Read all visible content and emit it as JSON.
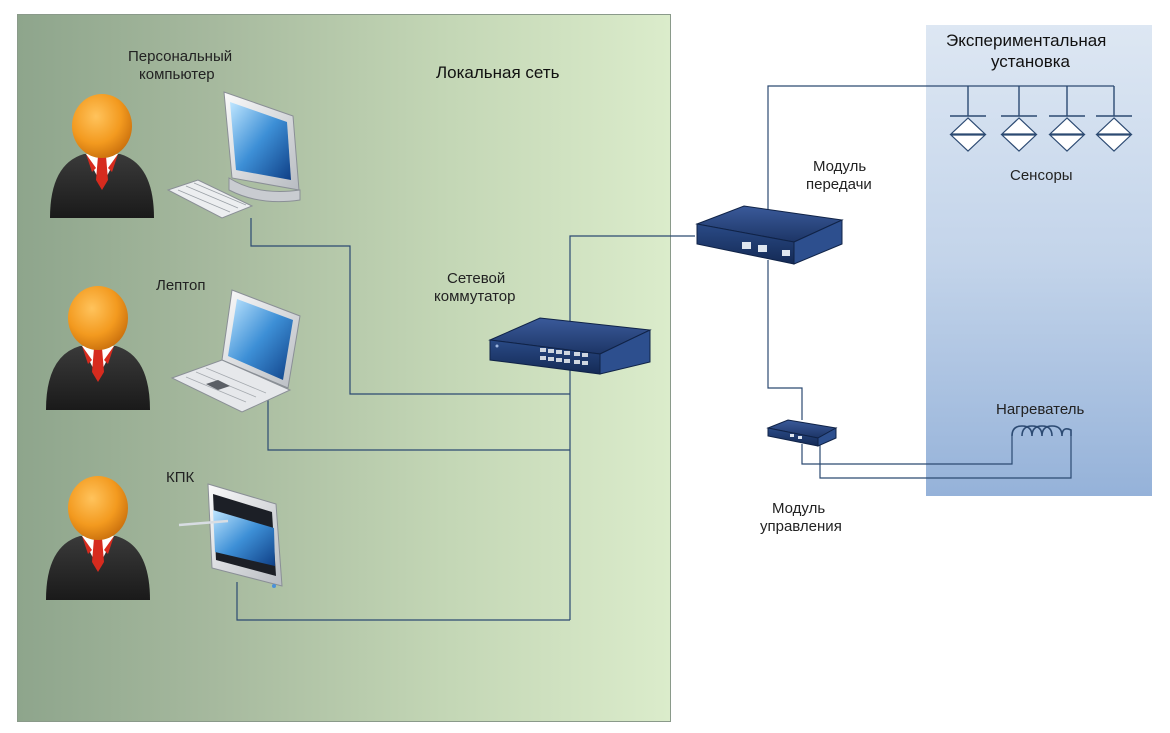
{
  "lan": {
    "title": "Локальная сеть"
  },
  "setup": {
    "title_line1": "Экспериментальная",
    "title_line2": "установка"
  },
  "labels": {
    "pc_line1": "Персональный",
    "pc_line2": "компьютер",
    "laptop": "Лептоп",
    "pda": "КПК",
    "switch_line1": "Сетевой",
    "switch_line2": "коммутатор",
    "transfer_line1": "Модуль",
    "transfer_line2": "передачи",
    "control_line1": "Модуль",
    "control_line2": "управления",
    "sensors": "Сенсоры",
    "heater": "Нагреватель"
  },
  "colors": {
    "wire": "#2c4a72",
    "person_head": "#f39a1f",
    "device_blue": "#1f3f7a",
    "tie": "#d62b1e"
  }
}
